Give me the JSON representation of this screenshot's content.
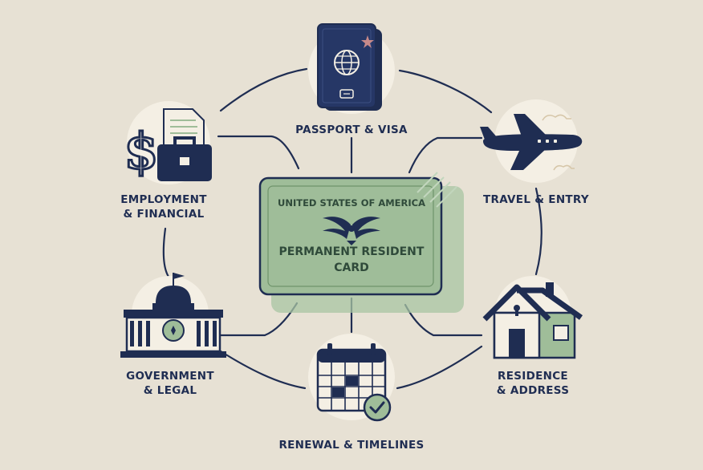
{
  "center_card": {
    "country": "United States of America",
    "title_line1": "Permanent Resident",
    "title_line2": "Card"
  },
  "nodes": {
    "passport": {
      "label": "Passport & Visa",
      "icon": "passport-icon"
    },
    "travel": {
      "label": "Travel & Entry",
      "icon": "airplane-icon"
    },
    "residence": {
      "line1": "Residence",
      "line2": "& Address",
      "icon": "house-icon"
    },
    "renewal": {
      "label": "Renewal & Timelines",
      "icon": "calendar-icon"
    },
    "government": {
      "line1": "Government",
      "line2": "& Legal",
      "icon": "capitol-building-icon"
    },
    "employment": {
      "line1": "Employment",
      "line2": "& Financial",
      "icon": "briefcase-dollar-icon"
    }
  },
  "colors": {
    "background": "#e7e1d4",
    "navy": "#1f2d52",
    "sage": "#9fbd99",
    "sage_dark": "#7fa37a",
    "cream_circle": "#f4efe4"
  }
}
